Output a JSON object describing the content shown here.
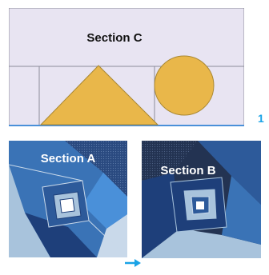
{
  "panels": {
    "c": {
      "label": "Section C"
    },
    "a": {
      "label": "Section A"
    },
    "b": {
      "label": "Section B"
    }
  },
  "marks": {
    "side_glyph": "1"
  },
  "colors": {
    "panel_bg": "#e8e4f2",
    "panel_border": "#8c8c9a",
    "gold": "#e9b74a",
    "gold_outline": "#a98833",
    "navy": "#1e3f7a",
    "mid_blue": "#3a73b6",
    "light_blue": "#a8c3dc",
    "pale_blue": "#c9d9ea",
    "bright_blue": "#4a90d9",
    "dark_slate": "#233352",
    "accent_arrow": "#1aa3e6"
  }
}
